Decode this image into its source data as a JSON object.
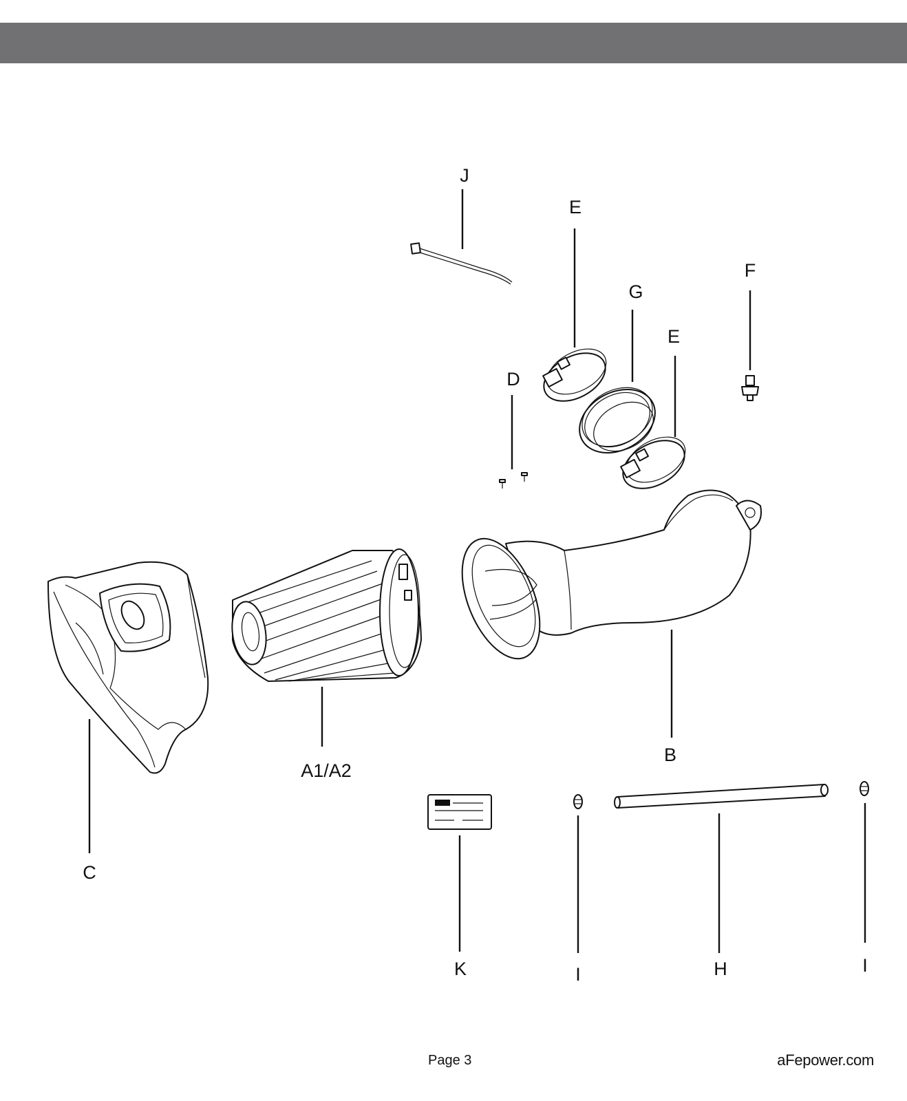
{
  "parts": {
    "a": "A1/A2",
    "b": "B",
    "c": "C",
    "d": "D",
    "e1": "E",
    "e2": "E",
    "f": "F",
    "g": "G",
    "h": "H",
    "i1": "I",
    "i2": "I",
    "j": "J",
    "k": "K"
  },
  "footer": {
    "page": "Page 3",
    "site": "aFepower.com"
  }
}
